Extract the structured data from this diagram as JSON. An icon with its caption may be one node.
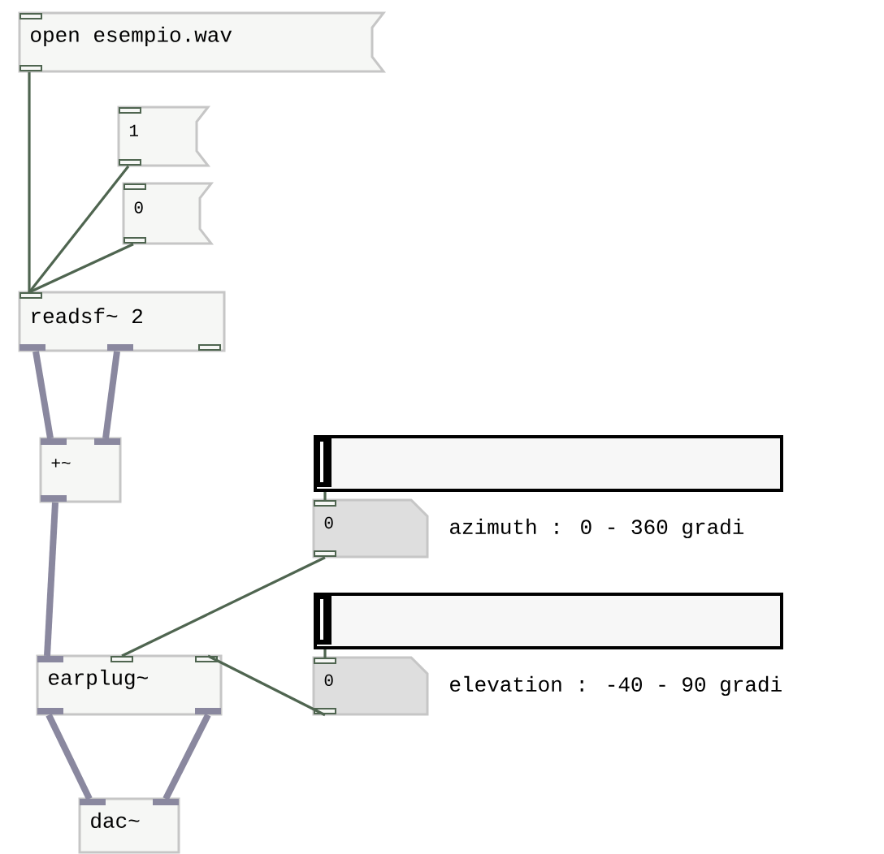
{
  "diagram": {
    "nodes": [
      {
        "text": [
          "open esempio.wav"
        ]
      },
      {
        "text": [
          "1"
        ]
      },
      {
        "text": [
          "0"
        ]
      },
      {
        "text": [
          "readsf~ 2"
        ]
      },
      {
        "text": [
          "+~"
        ]
      },
      {
        "text": [],
        "shape": "bar"
      },
      {
        "text": [
          "0"
        ],
        "beside": [
          "azimuth : 0 - 360 gradi"
        ]
      },
      {
        "text": [],
        "shape": "bar"
      },
      {
        "text": [
          "0"
        ],
        "beside": [
          "elevation : -40 - 90 gradi"
        ]
      },
      {
        "text": [
          "earplug~"
        ]
      },
      {
        "text": [
          "dac~"
        ]
      }
    ],
    "edges": [
      {
        "from": 0,
        "to": 3,
        "arrow": "none"
      },
      {
        "from": 1,
        "to": 3,
        "arrow": "none"
      },
      {
        "from": 2,
        "to": 3,
        "arrow": "none"
      },
      {
        "from": 3,
        "to": 4,
        "arrow": "none",
        "style": "thick",
        "color": "#8a889f"
      },
      {
        "from": 3,
        "to": 4,
        "arrow": "none",
        "style": "thick",
        "color": "#8a889f"
      },
      {
        "from": 4,
        "to": 9,
        "arrow": "none",
        "style": "thick",
        "color": "#8a889f"
      },
      {
        "from": 5,
        "to": 6,
        "arrow": "none"
      },
      {
        "from": 6,
        "to": 9,
        "arrow": "none"
      },
      {
        "from": 7,
        "to": 8,
        "arrow": "none"
      },
      {
        "from": 8,
        "to": 9,
        "arrow": "none"
      },
      {
        "from": 9,
        "to": 10,
        "arrow": "none",
        "style": "thick",
        "color": "#8a889f"
      },
      {
        "from": 9,
        "to": 10,
        "arrow": "none",
        "style": "thick",
        "color": "#8a889f"
      }
    ]
  }
}
